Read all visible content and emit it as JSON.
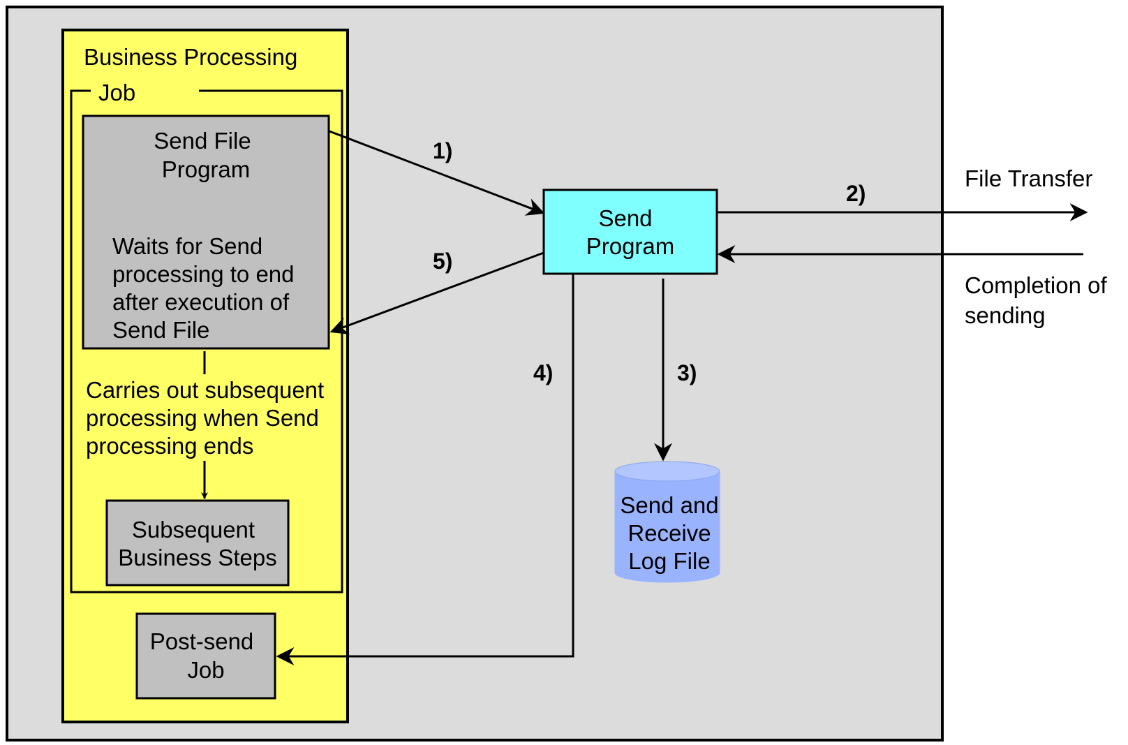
{
  "business_job": {
    "title_line1": "Business Processing",
    "title_line2": "Job"
  },
  "send_file_program": {
    "title_line1": "Send File",
    "title_line2": "Program",
    "desc_line1": "Waits for Send",
    "desc_line2": "processing to end",
    "desc_line3": "after execution of",
    "desc_line4": "Send File"
  },
  "subsequent_note": {
    "line1": "Carries out subsequent",
    "line2": "processing when Send",
    "line3": "processing ends"
  },
  "subsequent_steps": {
    "line1": "Subsequent",
    "line2": "Business Steps"
  },
  "post_send_job": {
    "line1": "Post-send",
    "line2": "Job"
  },
  "send_program": {
    "line1": "Send",
    "line2": "Program"
  },
  "log_file": {
    "line1": "Send and",
    "line2": "Receive",
    "line3": "Log File"
  },
  "external": {
    "file_transfer": "File Transfer",
    "completion_line1": "Completion of",
    "completion_line2": "sending"
  },
  "steps": {
    "s1": "1)",
    "s2": "2)",
    "s3": "3)",
    "s4": "4)",
    "s5": "5)"
  },
  "colors": {
    "environment_bg": "#dcdcdc",
    "job_bg": "#ffff66",
    "program_box": "#c0c0c0",
    "send_program": "#80ffff",
    "cylinder": "#99b3ff"
  }
}
